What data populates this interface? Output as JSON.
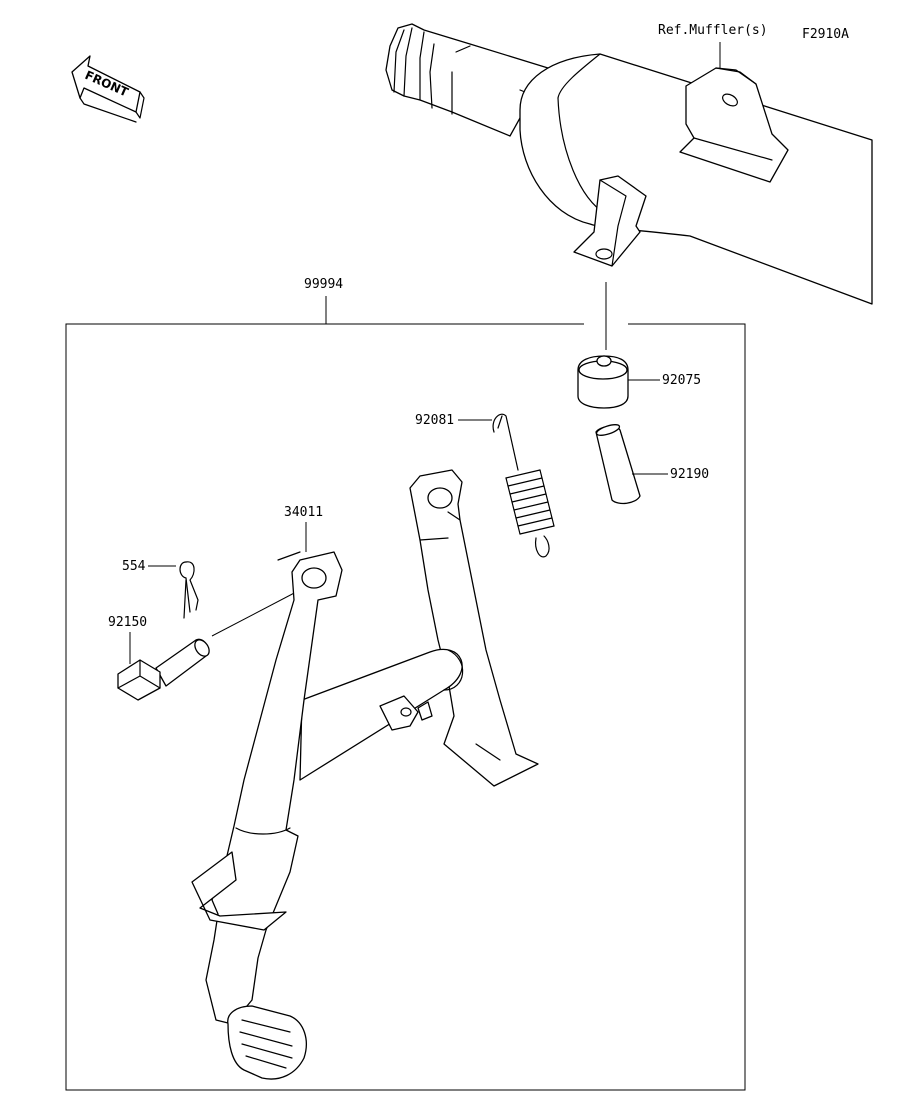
{
  "figure_code": "F2910A",
  "front_label": "FRONT",
  "reference": "Ref.Muffler(s)",
  "assembly_number": "99994",
  "parts": {
    "stand": "34011",
    "cotter_pin": "554",
    "pivot_bolt": "92150",
    "spring": "92081",
    "rubber_stopper": "92075",
    "collar": "92190"
  }
}
